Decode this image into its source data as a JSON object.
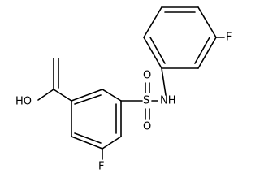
{
  "molecule": {
    "atoms": {
      "hydroxyl": "HO",
      "amine": "NH",
      "sulfur": "S",
      "sulfonyl_oxygen_top": "O",
      "sulfonyl_oxygen_bottom": "O",
      "fluorine_aryl": "F",
      "fluorine_benzoic": "F"
    }
  }
}
